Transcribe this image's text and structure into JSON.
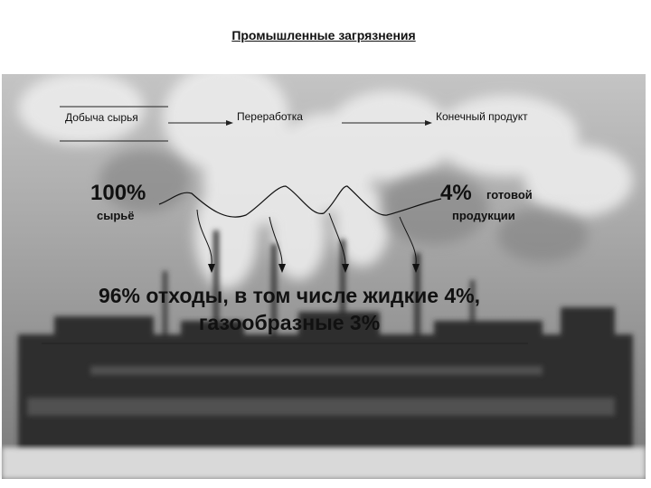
{
  "slide": {
    "title": "Промышленные загрязнения",
    "stages": {
      "extraction": "Добыча сырья",
      "processing": "Переработка",
      "final": "Конечный продукт"
    },
    "input": {
      "value": "100%",
      "label": "сырьё"
    },
    "output": {
      "value": "4%",
      "label_top": "готовой",
      "label_bottom": "продукции"
    },
    "waste_line1": "96% отходы, в том числе жидкие 4%,",
    "waste_line2": "газообразные 3%"
  },
  "colors": {
    "sky": "#a8a8a8",
    "ground": "#2e2e2e",
    "smoke": "#e6e6e6",
    "text": "#111111"
  }
}
